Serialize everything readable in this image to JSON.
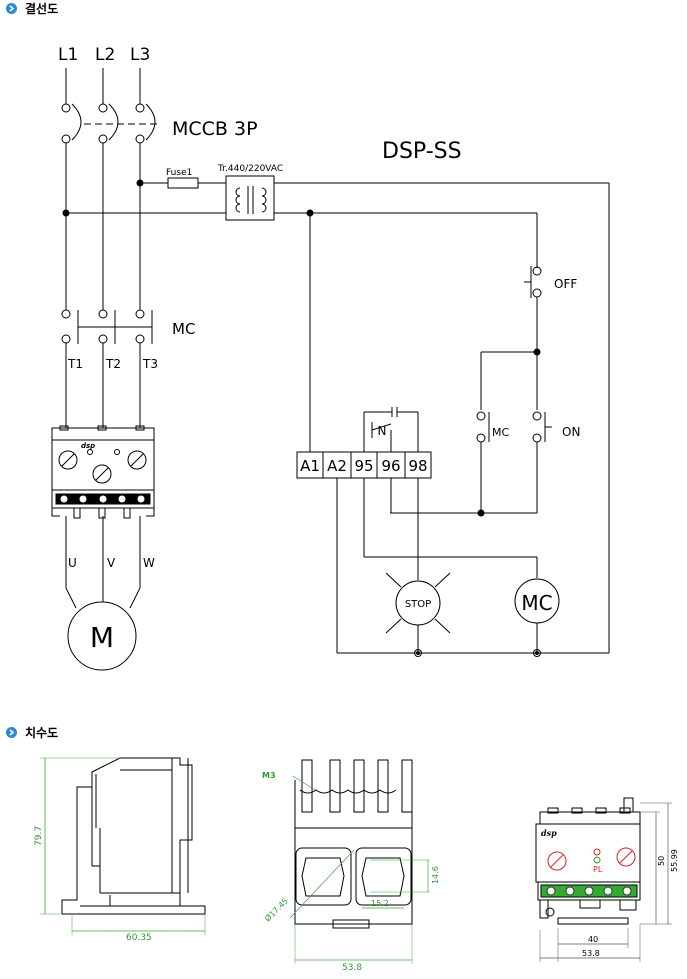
{
  "sections": {
    "wiring_title": "결선도",
    "dimension_title": "치수도"
  },
  "wiring": {
    "lines": [
      "L1",
      "L2",
      "L3"
    ],
    "mccb": "MCCB 3P",
    "model": "DSP-SS",
    "fuse": "Fuse1",
    "transformer": "Tr.440/220VAC",
    "off": "OFF",
    "mc": "MC",
    "terminals_top": [
      "T1",
      "T2",
      "T3"
    ],
    "mc_aux": "MC",
    "on": "ON",
    "relay_n": "N",
    "relay_terminals": [
      "A1",
      "A2",
      "95",
      "96",
      "98"
    ],
    "outputs": [
      "U",
      "V",
      "W"
    ],
    "motor": "M",
    "stop_lamp": "STOP",
    "mc_coil": "MC",
    "logo": "dsp"
  },
  "dimensions": {
    "side_height": "79.7",
    "side_width": "60.35",
    "screw": "M3",
    "hole_dia": "Ø17.45",
    "hole_height": "14.6",
    "hole_pitch": "15.2",
    "bottom_width": "53.8",
    "front_logo": "dsp",
    "pl": "PL",
    "front_height_a": "50",
    "front_height_b": "55.99",
    "front_width_a": "40",
    "front_width_b": "53.8"
  }
}
